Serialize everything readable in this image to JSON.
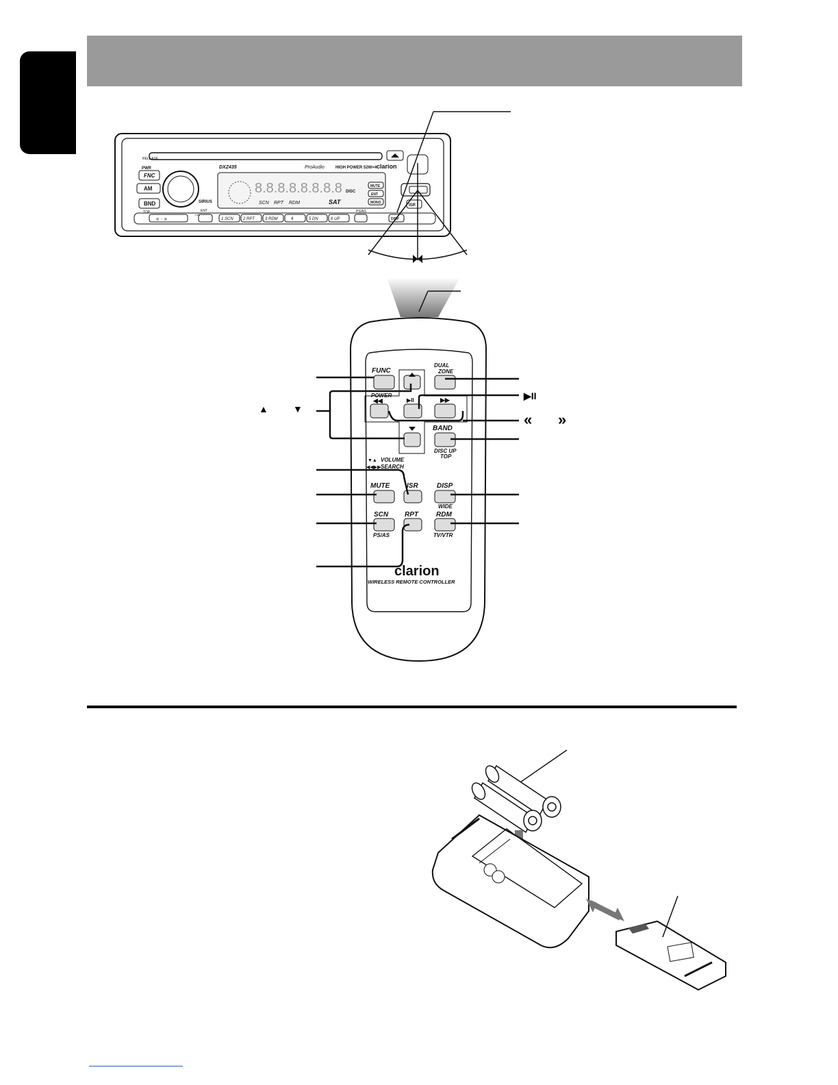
{
  "head_unit": {
    "brand": "clarion",
    "model": "DXZ435",
    "subtitle": "ProAudio",
    "power_spec": "HIGH POWER 52W×4",
    "buttons": {
      "pwr": "PWR",
      "fnc": "FNC",
      "am": "AM",
      "bnd": "BND",
      "top": "TOP",
      "ent": "ENT",
      "cat": "CAT",
      "ps_as": "PS/AS",
      "disp": "DISP",
      "isr": "ISR",
      "release": "RELEASE",
      "disc": "DISC",
      "mute": "MUTE",
      "mono": "MONO"
    },
    "presets": [
      "1 SCN",
      "2 RPT",
      "3 RDM",
      "4",
      "5 DN",
      "6 UP"
    ],
    "display_tags": [
      "SCN",
      "RPT",
      "RDM",
      "SAT"
    ],
    "sirius": "SIRIUS"
  },
  "remote": {
    "buttons": {
      "func": "FUNC",
      "dual_zone_1": "DUAL",
      "dual_zone_2": "ZONE",
      "power": "POWER",
      "band": "BAND",
      "band_sub_1": "DISC UP",
      "band_sub_2": "TOP",
      "mute": "MUTE",
      "isr": "ISR",
      "disp": "DISP",
      "disp_sub": "WIDE",
      "scn": "SCN",
      "scn_sub": "PS/AS",
      "rpt": "RPT",
      "rdm": "RDM",
      "rdm_sub": "TV/VTR"
    },
    "legend_volume": "VOLUME",
    "legend_search": "SEARCH",
    "brand": "clarion",
    "caption": "WIRELESS REMOTE CONTROLLER"
  },
  "callout_symbols": {
    "up_down_1": "▲",
    "up_down_2": "▼",
    "play_pause": "▶II",
    "rew": "«",
    "ff": "»"
  }
}
